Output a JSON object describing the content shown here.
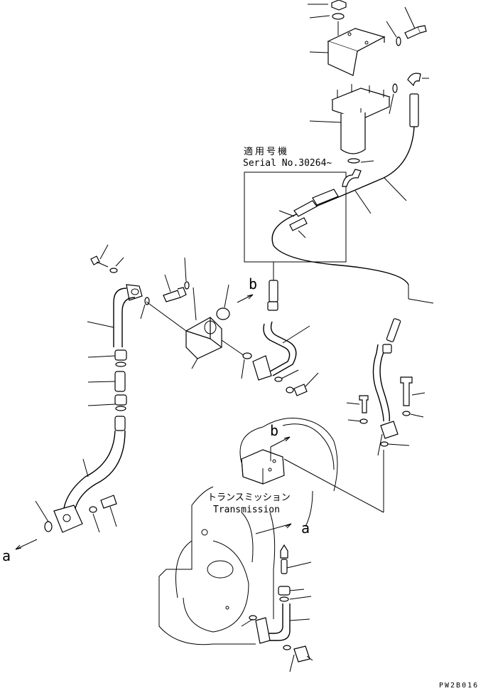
{
  "applicability": {
    "jp": "適用号機",
    "serial": "Serial No.30264~"
  },
  "callouts": {
    "b_top": "b",
    "b_mid": "b",
    "a_left": "a",
    "a_right": "a"
  },
  "transmission": {
    "jp": "トランスミッション",
    "en": "Transmission"
  },
  "drawing_code": "PW2B016"
}
